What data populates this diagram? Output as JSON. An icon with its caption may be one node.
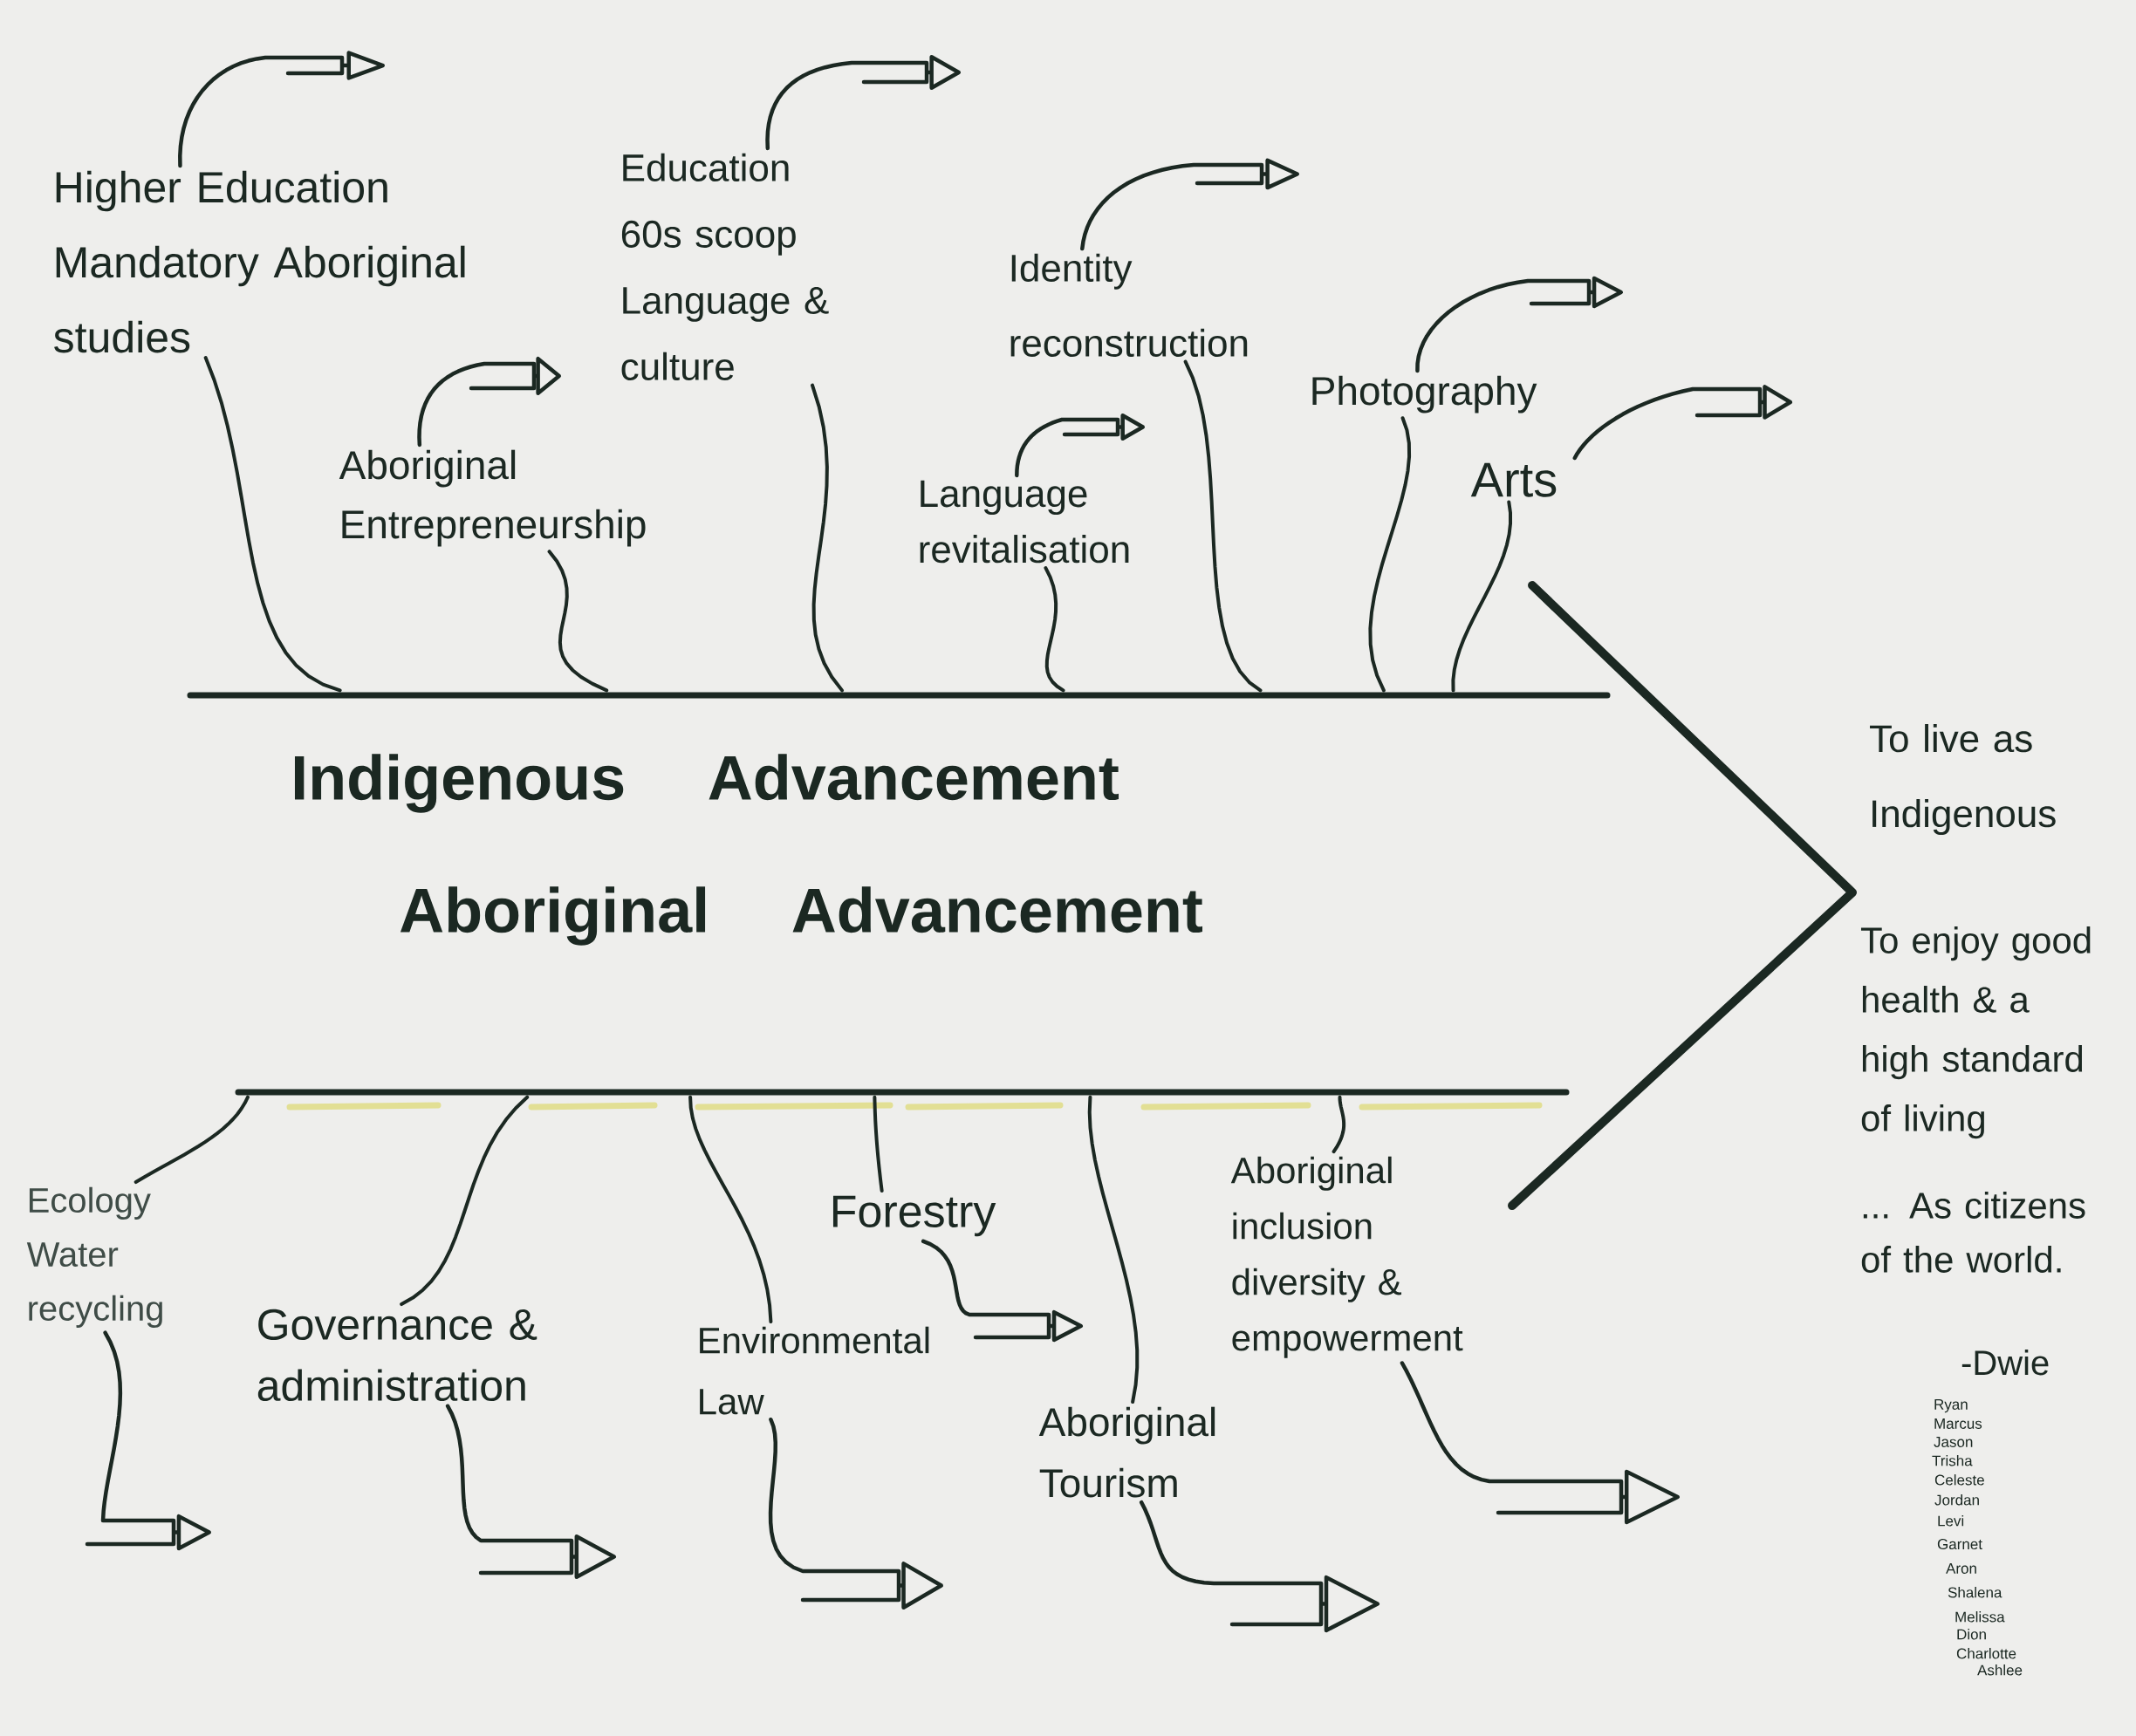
{
  "diagram": {
    "nodes": [
      {
        "text": [
          "Indigenous Advancement",
          "Aboriginal Advancement"
        ]
      },
      {
        "text": [
          "Higher Education",
          "Mandatory Aboriginal studies"
        ]
      },
      {
        "text": [
          "Education",
          "60s scoop",
          "Language & culture"
        ]
      },
      {
        "text": [
          "Identity reconstruction"
        ]
      },
      {
        "text": [
          "Aboriginal Entrepreneurship"
        ]
      },
      {
        "text": [
          "Language revitalisation"
        ]
      },
      {
        "text": [
          "Photography"
        ]
      },
      {
        "text": [
          "Arts"
        ]
      },
      {
        "text": [
          "Ecology",
          "Water recycling"
        ]
      },
      {
        "text": [
          "Forestry"
        ]
      },
      {
        "text": [
          "Aboriginal inclusion diversity & empowerment"
        ]
      },
      {
        "text": [
          "Governance & administration"
        ]
      },
      {
        "text": [
          "Environmental Law"
        ]
      },
      {
        "text": [
          "Aboriginal Tourism"
        ]
      }
    ],
    "edges": [
      {
        "from": 1,
        "to": 0,
        "arrow": "none"
      },
      {
        "from": 1,
        "to": null,
        "arrow": "to"
      },
      {
        "from": 2,
        "to": 0,
        "arrow": "none"
      },
      {
        "from": 2,
        "to": null,
        "arrow": "to"
      },
      {
        "from": 3,
        "to": 0,
        "arrow": "none"
      },
      {
        "from": 3,
        "to": null,
        "arrow": "to"
      },
      {
        "from": 4,
        "to": 0,
        "arrow": "none"
      },
      {
        "from": 4,
        "to": null,
        "arrow": "to"
      },
      {
        "from": 5,
        "to": 0,
        "arrow": "none"
      },
      {
        "from": 5,
        "to": null,
        "arrow": "to"
      },
      {
        "from": 6,
        "to": 0,
        "arrow": "none"
      },
      {
        "from": 6,
        "to": null,
        "arrow": "to"
      },
      {
        "from": 7,
        "to": 0,
        "arrow": "none"
      },
      {
        "from": 7,
        "to": null,
        "arrow": "to"
      },
      {
        "from": 8,
        "to": 0,
        "arrow": "none"
      },
      {
        "from": 8,
        "to": null,
        "arrow": "to"
      },
      {
        "from": 9,
        "to": 0,
        "arrow": "none"
      },
      {
        "from": 9,
        "to": null,
        "arrow": "to"
      },
      {
        "from": 10,
        "to": 0,
        "arrow": "none"
      },
      {
        "from": 10,
        "to": null,
        "arrow": "to"
      },
      {
        "from": 11,
        "to": 0,
        "arrow": "none"
      },
      {
        "from": 11,
        "to": null,
        "arrow": "to"
      },
      {
        "from": 12,
        "to": 0,
        "arrow": "none"
      },
      {
        "from": 12,
        "to": null,
        "arrow": "to"
      },
      {
        "from": 13,
        "to": 0,
        "arrow": "none"
      },
      {
        "from": 13,
        "to": null,
        "arrow": "to"
      }
    ],
    "labels": [
      "To live as Indigenous",
      "To enjoy good health & a high standard of living",
      "... As citizens of the world.",
      "-Dwie",
      "Ryan",
      "Marcus",
      "Jason",
      "Trisha",
      "Celeste",
      "Jordan",
      "Levi",
      "Garnet",
      "Aron",
      "Shalena",
      "Melissa",
      "Dion",
      "Charlotte",
      "Ashlee"
    ]
  }
}
